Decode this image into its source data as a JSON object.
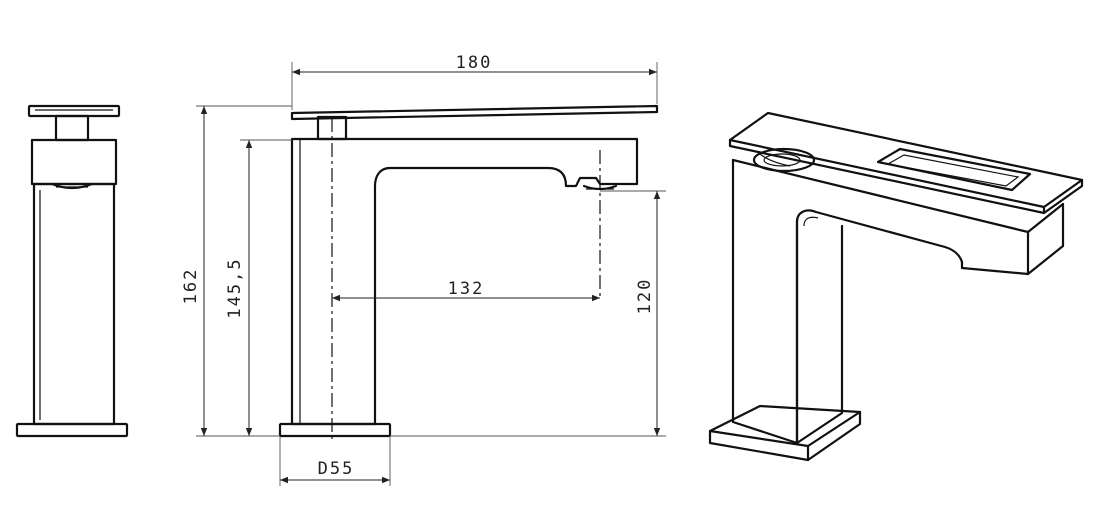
{
  "dimensions": {
    "length_spout_top": "180",
    "overall_height": "162",
    "body_height": "145,5",
    "spout_reach": "132",
    "outlet_height": "120",
    "base_diameter": "D55"
  },
  "views": [
    "side-view",
    "front-view",
    "iso-view"
  ]
}
